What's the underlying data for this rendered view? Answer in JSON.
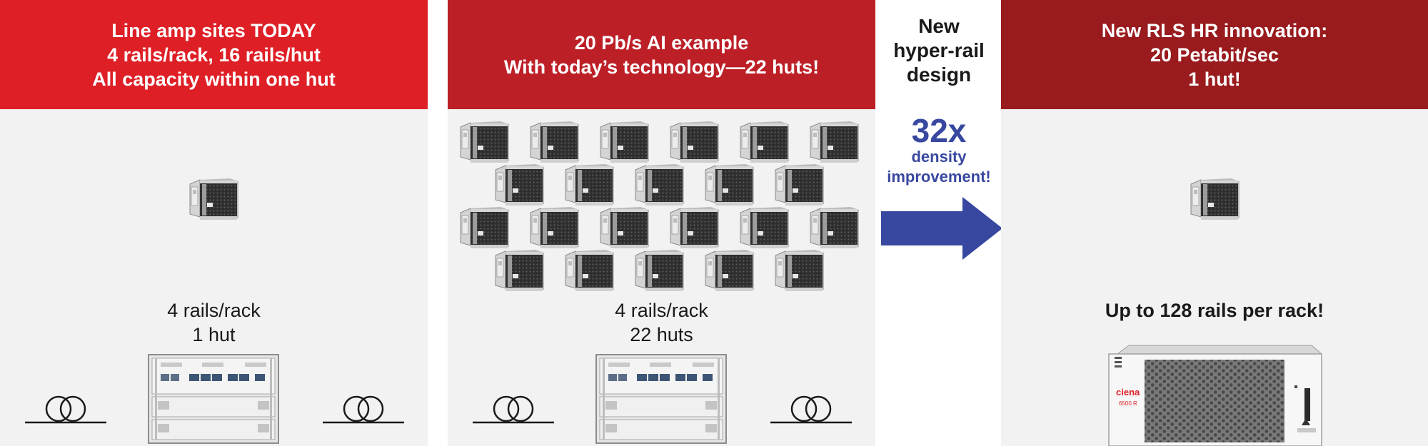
{
  "panels": [
    {
      "header": [
        "Line amp sites TODAY",
        "4 rails/rack, 16 rails/hut",
        "All capacity within one hut"
      ],
      "caption": [
        "4 rails/rack",
        "1 hut"
      ],
      "header_color": "#de1f26"
    },
    {
      "header": [
        "20 Pb/s AI example",
        "With today’s technology—22 huts!"
      ],
      "caption": [
        "4 rails/rack",
        "22 huts"
      ],
      "header_color": "#bd1f27"
    },
    {
      "header": [
        "New RLS HR innovation:",
        "20 Petabit/sec",
        "1 hut!"
      ],
      "caption": [
        "Up to 128 rails per rack!"
      ],
      "header_color": "#991b1e"
    }
  ],
  "middle": {
    "title": [
      "New",
      "hyper-rail",
      "design"
    ],
    "factor": "32x",
    "subtitle": [
      "density",
      "improvement!"
    ],
    "accent_color": "#3848a0"
  },
  "device": {
    "brand": "ciena",
    "model": "6500 R"
  },
  "icons": {
    "hut": "hut-icon",
    "fiber_coil": "fiber-coil-icon",
    "shelf": "line-amp-shelf",
    "arrow": "arrow-right-icon",
    "rls_chassis": "rls-hr-chassis"
  }
}
